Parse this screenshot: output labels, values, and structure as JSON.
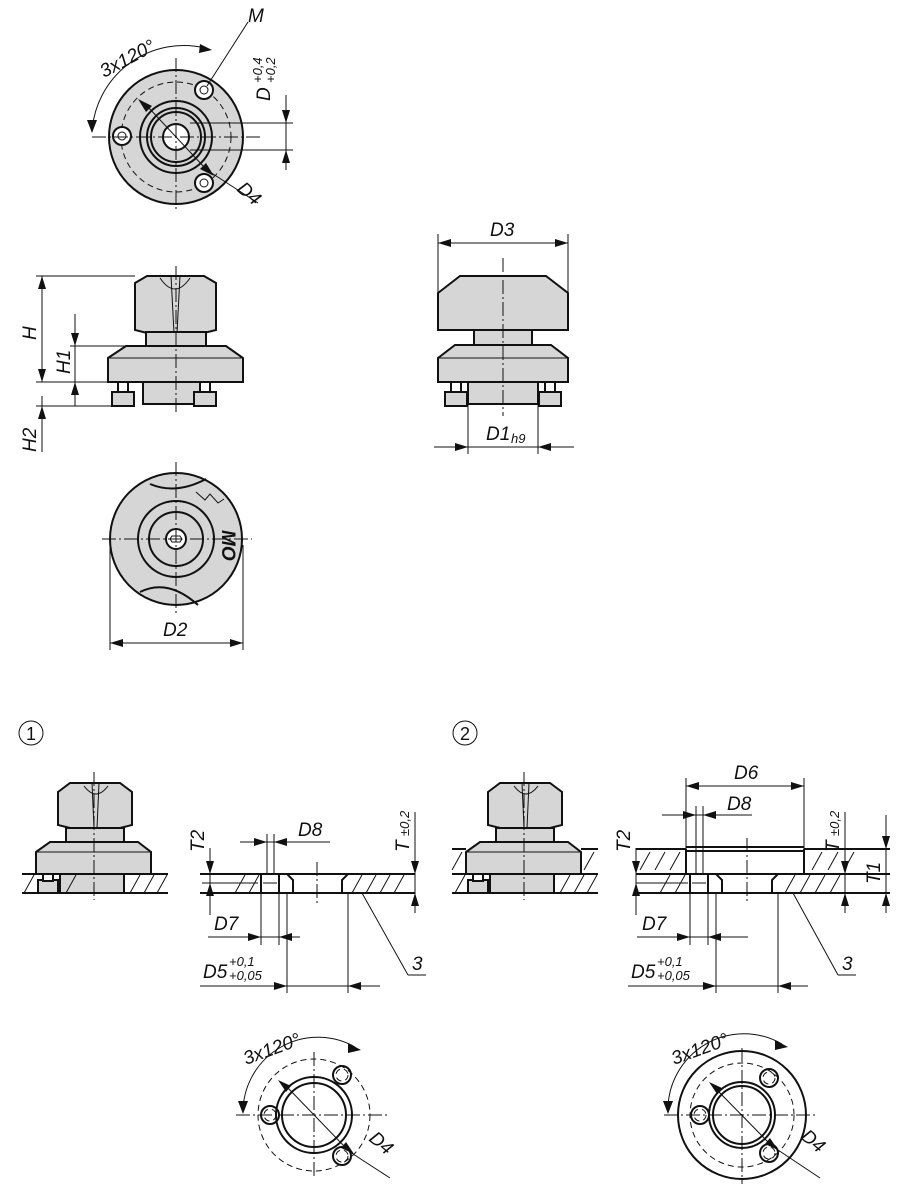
{
  "figure": {
    "top_view": {
      "angle": "3x120°",
      "m": "M",
      "d": "D",
      "d_tol_upper": "+0,4",
      "d_tol_lower": "+0,2",
      "d4": "D4"
    },
    "side_view": {
      "h": "H",
      "h1": "H1",
      "h2": "H2"
    },
    "bottom_view": {
      "d2": "D2",
      "marking": "MO"
    },
    "front_view": {
      "d3": "D3",
      "d1": "D1",
      "d1_fit": "h9"
    },
    "variant_1": {
      "number": "1",
      "t2": "T2",
      "d8": "D8",
      "t": "T",
      "t_tol": "±0,2",
      "d7": "D7",
      "d5": "D5",
      "d5_tol_upper": "+0,1",
      "d5_tol_lower": "+0,05",
      "ref": "3",
      "angle": "3x120°",
      "d4": "D4"
    },
    "variant_2": {
      "number": "2",
      "d6": "D6",
      "d8": "D8",
      "t2": "T2",
      "t": "T",
      "t_tol": "±0,2",
      "t1": "T1",
      "d7": "D7",
      "d5": "D5",
      "d5_tol_upper": "+0,1",
      "d5_tol_lower": "+0,05",
      "ref": "3",
      "angle": "3x120°",
      "d4": "D4"
    }
  }
}
